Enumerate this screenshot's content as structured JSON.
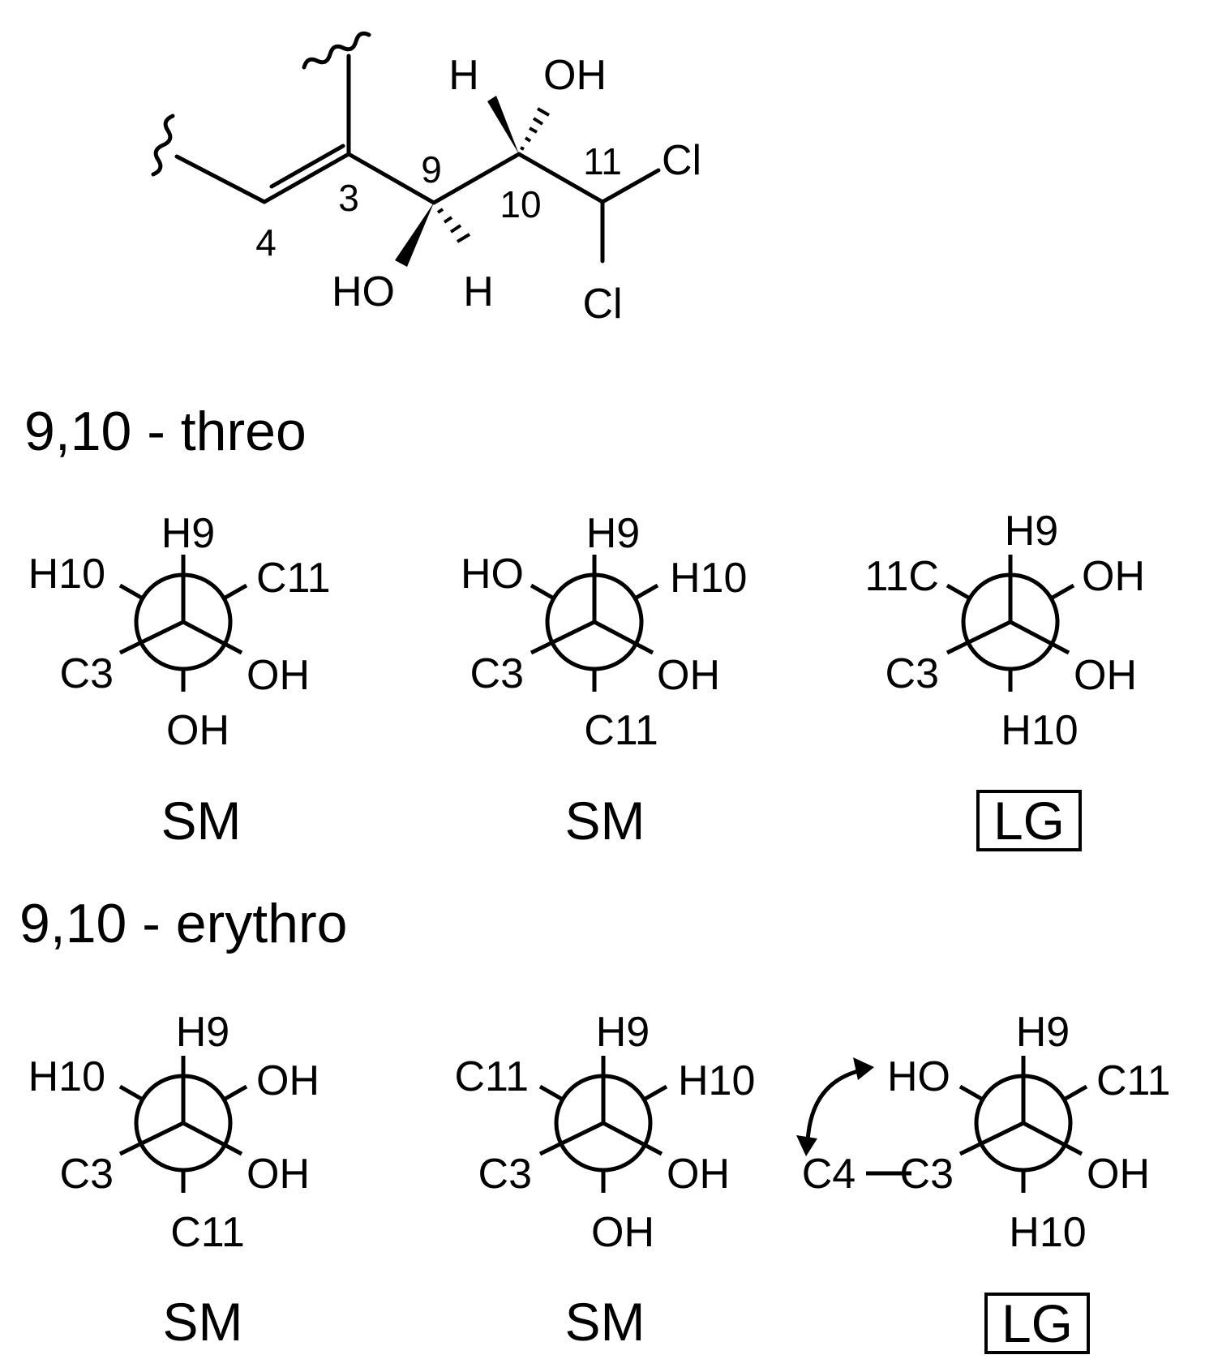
{
  "structure": {
    "atom_labels": {
      "H_top": "H",
      "OH_top": "OH",
      "Cl_right": "Cl",
      "Cl_bottom": "Cl",
      "HO_bottom": "HO",
      "H_bottom": "H"
    },
    "locants": {
      "c3": "3",
      "c4": "4",
      "c9": "9",
      "c10": "10",
      "c11": "11"
    }
  },
  "threo": {
    "title": "9,10 - threo",
    "projections": [
      {
        "labels": {
          "front_top": "H9",
          "back_upper_left": "H10",
          "back_upper_right": "C11",
          "front_lower_left": "C3",
          "front_lower_right": "OH",
          "back_bottom": "OH"
        },
        "caption": "SM"
      },
      {
        "labels": {
          "front_top": "H9",
          "back_upper_left": "HO",
          "back_upper_right": "H10",
          "front_lower_left": "C3",
          "front_lower_right": "OH",
          "back_bottom": "C11"
        },
        "caption": "SM"
      },
      {
        "labels": {
          "front_top": "H9",
          "back_upper_left": "11C",
          "back_upper_right": "OH",
          "front_lower_left": "C3",
          "front_lower_right": "OH",
          "back_bottom": "H10"
        },
        "caption": "LG"
      }
    ]
  },
  "erythro": {
    "title": "9,10 - erythro",
    "projections": [
      {
        "labels": {
          "front_top": "H9",
          "back_upper_left": "H10",
          "back_upper_right": "OH",
          "front_lower_left": "C3",
          "front_lower_right": "OH",
          "back_bottom": "C11"
        },
        "caption": "SM"
      },
      {
        "labels": {
          "front_top": "H9",
          "back_upper_left": "C11",
          "back_upper_right": "H10",
          "front_lower_left": "C3",
          "front_lower_right": "OH",
          "back_bottom": "OH"
        },
        "caption": "SM"
      },
      {
        "labels": {
          "front_top": "H9",
          "back_upper_left": "HO",
          "back_upper_right": "C11",
          "front_lower_left": "C3",
          "front_lower_right": "OH",
          "back_bottom": "H10",
          "extension": "C4"
        },
        "caption": "LG"
      }
    ]
  }
}
